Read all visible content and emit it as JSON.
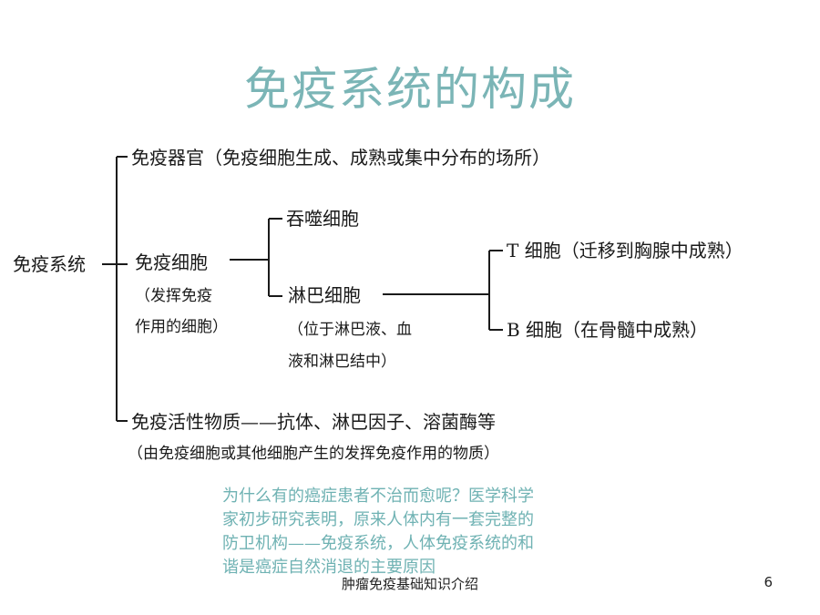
{
  "title": "免疫系统的构成",
  "diagram": {
    "root": "免疫系统",
    "organs": "免疫器官（免疫细胞生成、成熟或集中分布的场所）",
    "cells": "免疫细胞",
    "cells_note_1": "（发挥免疫",
    "cells_note_2": "作用的细胞）",
    "phagocyte": "吞噬细胞",
    "lymphocyte": "淋巴细胞",
    "lymph_note_1": "（位于淋巴液、血",
    "lymph_note_2": "液和淋巴结中）",
    "t_cell": "T 细胞（迁移到胸腺中成熟）",
    "b_cell": "B 细胞（在骨髓中成熟）",
    "substances": "免疫活性物质——抗体、淋巴因子、溶菌酶等",
    "substances_note": "（由免疫细胞或其他细胞产生的发挥免疫作用的物质）"
  },
  "caption": {
    "line1": "为什么有的癌症患者不治而愈呢？医学科学",
    "line2": "家初步研究表明，原来人体内有一套完整的",
    "line3": "防卫机构——免疫系统，人体免疫系统的和",
    "line4": "谐是癌症自然消退的主要原因"
  },
  "footer": {
    "text": "肿瘤免疫基础知识介绍",
    "page_number": "6"
  }
}
